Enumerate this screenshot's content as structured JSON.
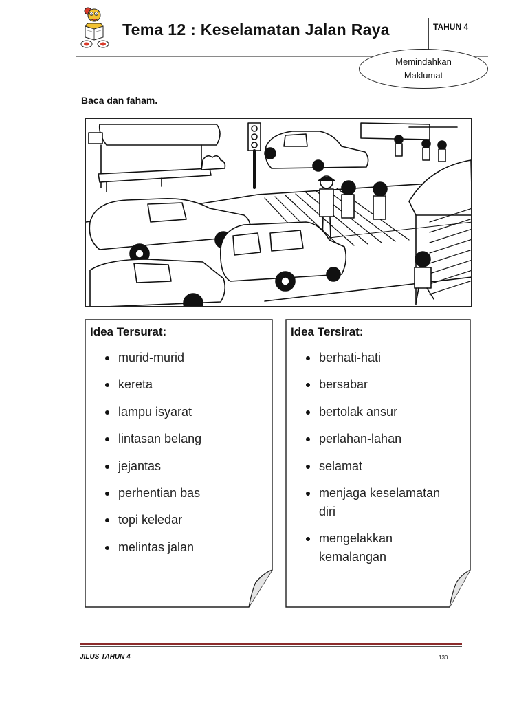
{
  "header": {
    "title": "Tema 12 : Keselamatan Jalan Raya",
    "year_tag": "TAHUN 4",
    "skill_line1": "Memindahkan",
    "skill_line2": "Maklumat"
  },
  "instruction": "Baca dan faham.",
  "illustration": {
    "scene": "road crossing scene",
    "icon": "street-scene-icon"
  },
  "cards": {
    "explicit": {
      "title": "Idea Tersurat:",
      "items": [
        "murid-murid",
        "kereta",
        "lampu isyarat",
        "lintasan belang",
        "jejantas",
        "perhentian bas",
        "topi keledar",
        "melintas jalan"
      ]
    },
    "implicit": {
      "title": "Idea Tersirat:",
      "items": [
        "berhati-hati",
        "bersabar",
        "bertolak ansur",
        "perlahan-lahan",
        "selamat",
        "menjaga keselamatan diri",
        "mengelakkan kemalangan"
      ]
    }
  },
  "footer": {
    "left": "JILUS TAHUN 4",
    "page": "130"
  },
  "colors": {
    "footer_rule": "#8b2b2b",
    "mascot_red": "#d93a2b",
    "mascot_yellow": "#f2c230"
  }
}
